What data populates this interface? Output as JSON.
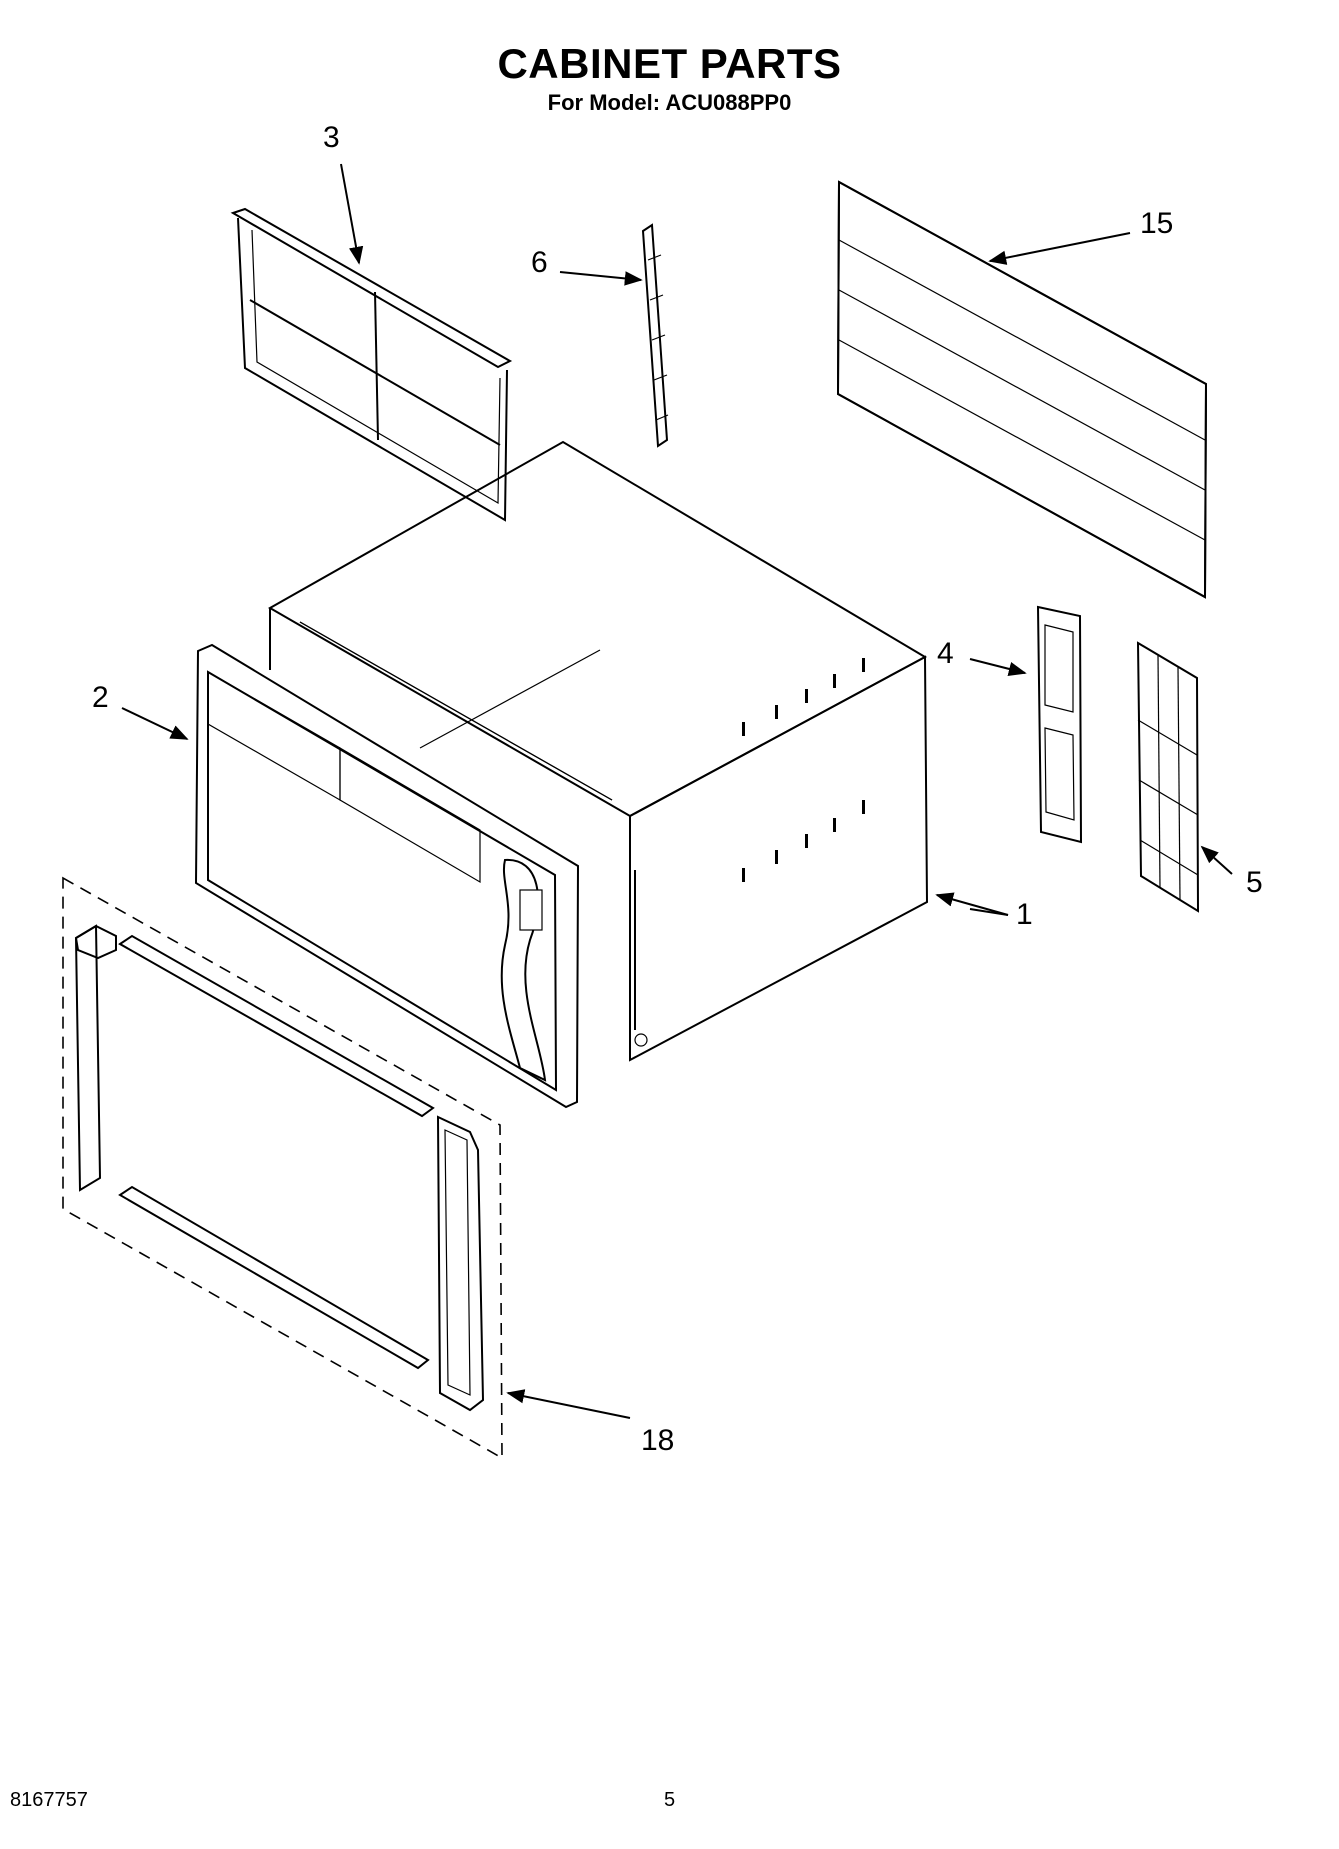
{
  "header": {
    "title": "CABINET PARTS",
    "subtitle": "For Model: ACU088PP0"
  },
  "callouts": [
    {
      "id": "1",
      "part": "cabinet"
    },
    {
      "id": "2",
      "part": "front-panel"
    },
    {
      "id": "3",
      "part": "filter"
    },
    {
      "id": "4",
      "part": "side-louver"
    },
    {
      "id": "5",
      "part": "side-grille"
    },
    {
      "id": "6",
      "part": "side-curtain"
    },
    {
      "id": "15",
      "part": "rear-grille"
    },
    {
      "id": "18",
      "part": "frame-seal-kit"
    }
  ],
  "footer": {
    "doc_number": "8167757",
    "page_number": "5"
  }
}
